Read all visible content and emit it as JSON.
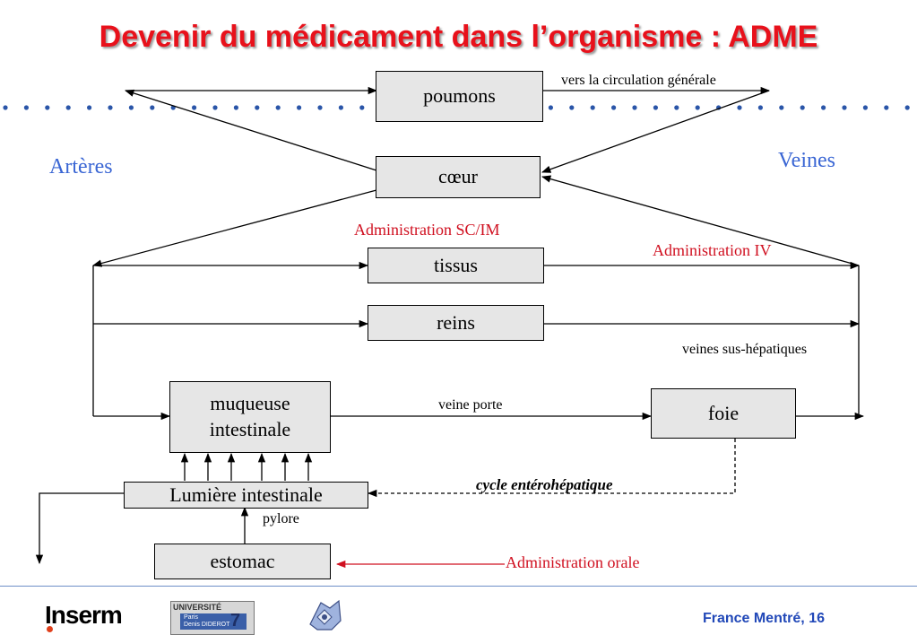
{
  "title": "Devenir du médicament dans l’organisme : ADME",
  "sides": {
    "left": "Artères",
    "right": "Veines"
  },
  "boxes": {
    "poumons": "poumons",
    "coeur": "cœur",
    "tissus": "tissus",
    "reins": "reins",
    "muqueuse_line1": "muqueuse",
    "muqueuse_line2": "intestinale",
    "foie": "foie",
    "lumiere": "Lumière intestinale",
    "estomac": "estomac"
  },
  "labels": {
    "circulation": "vers la circulation générale",
    "veines_sus_hepatiques": "veines sus-hépatiques",
    "veine_porte": "veine porte",
    "cycle": "cycle entérohépatique",
    "pylore": "pylore"
  },
  "administration": {
    "sc_im": "Administration SC/IM",
    "iv": "Administration IV",
    "orale": "Administration orale"
  },
  "footer": {
    "logo": "Inserm",
    "university_top": "UNIVERSITÉ",
    "university_line1": "Paris",
    "university_line2": "Denis DIDEROT",
    "university_number": "7",
    "author": "France Mentré,",
    "page": "16"
  },
  "colors": {
    "title": "#e8111b",
    "sides": "#3a66d4",
    "administration": "#d01020",
    "box_fill": "#e6e6e6",
    "footer_text": "#2148b8",
    "dots": "#2a55a8"
  }
}
